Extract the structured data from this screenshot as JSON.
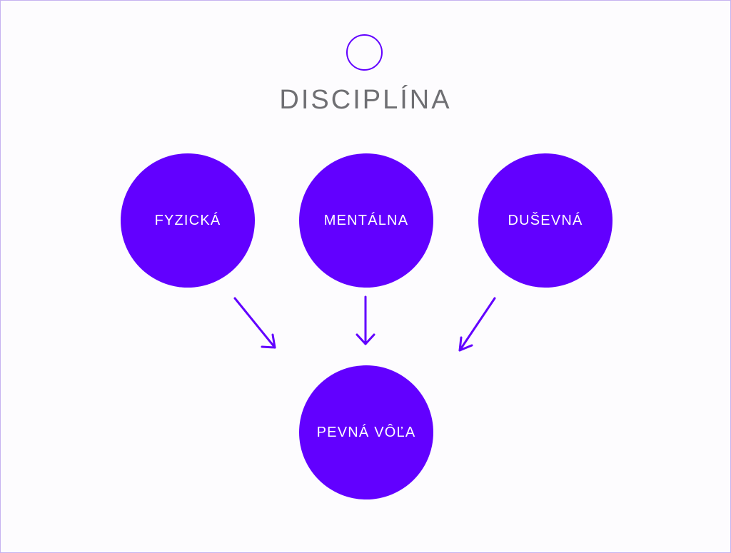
{
  "diagram": {
    "title": "DISCIPLÍNA",
    "nodes": [
      {
        "id": "fyzicka",
        "label": "FYZICKÁ"
      },
      {
        "id": "mentalna",
        "label": "MENTÁLNA"
      },
      {
        "id": "dusevna",
        "label": "DUŠEVNÁ"
      }
    ],
    "result": {
      "id": "pevna-vola",
      "label": "PEVNÁ VÔĽA"
    },
    "edges": [
      {
        "from": "fyzicka",
        "to": "pevna-vola"
      },
      {
        "from": "mentalna",
        "to": "pevna-vola"
      },
      {
        "from": "dusevna",
        "to": "pevna-vola"
      }
    ],
    "colors": {
      "accent": "#6200ff",
      "title": "#6f6f73",
      "background": "#fdfcfe",
      "border": "#c6b3f0"
    }
  }
}
